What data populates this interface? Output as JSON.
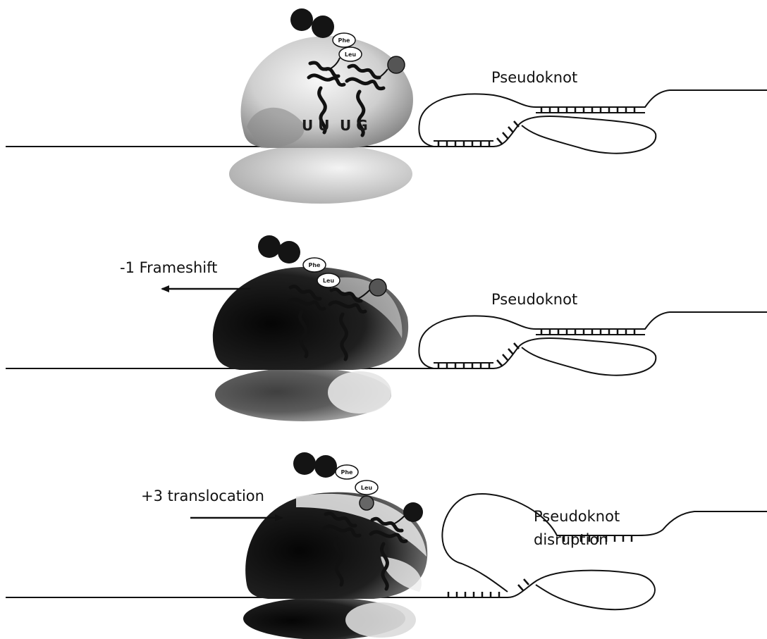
{
  "panels": [
    {
      "label": "Pseudoknot",
      "codon_p": "U U",
      "codon_a": "U G",
      "codon_p_show": true,
      "amino_acids": [
        "Phe",
        "Leu"
      ]
    },
    {
      "label": "Pseudoknot",
      "arrow_label": "-1 Frameshift",
      "amino_acids": [
        "Phe",
        "Leu"
      ]
    },
    {
      "label_line1": "Pseudoknot",
      "label_line2": "disruption",
      "arrow_label": "+3 translocation",
      "amino_acids": [
        "Phe",
        "Leu"
      ]
    }
  ],
  "colors": {
    "line": "#111111",
    "ribosome_light": "#d9d9d9",
    "ribosome_dark": "#1c1c1c",
    "bead": "#141414"
  }
}
